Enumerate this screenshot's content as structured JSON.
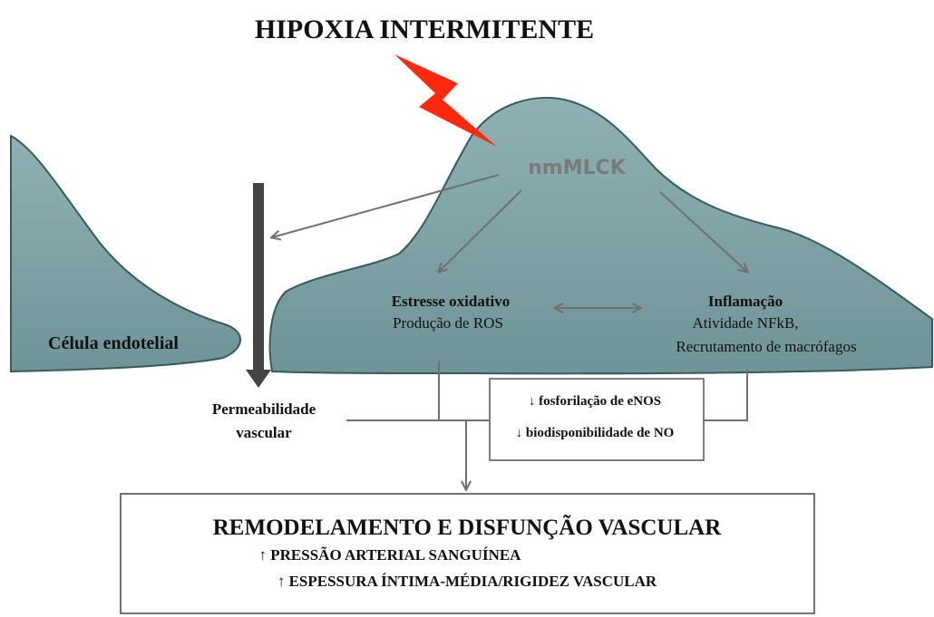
{
  "title": "HIPOXIA INTERMITENTE",
  "enzyme": "nmMLCK",
  "cell_label": "Célula endotelial",
  "oxidative": {
    "title": "Estresse oxidativo",
    "detail": "Produção de ROS"
  },
  "inflammation": {
    "title": "Inflamação",
    "line1": "Atividade NFkB,",
    "line2": "Recrutamento de macrófagos"
  },
  "permeability": {
    "line1": "Permeabilidade",
    "line2": "vascular"
  },
  "eNOS_box": {
    "line1": "↓ fosforilação de eNOS",
    "line2": "↓ biodisponibilidade de NO"
  },
  "outcome": {
    "title": "REMODELAMENTO E DISFUNÇÃO VASCULAR",
    "line1": "↑ PRESSÃO ARTERIAL SANGUÍNEA",
    "line2": "↑ ESPESSURA ÍNTIMA-MÉDIA/RIGIDEZ VASCULAR"
  },
  "colors": {
    "cell_fill": "#7fa4a6",
    "cell_stroke": "#375a5d",
    "lightning": "#ff2a0d",
    "arrow": "#707070",
    "thick_arrow": "#444444",
    "text": "#111111",
    "enzyme_text": "#7a7a7a"
  }
}
